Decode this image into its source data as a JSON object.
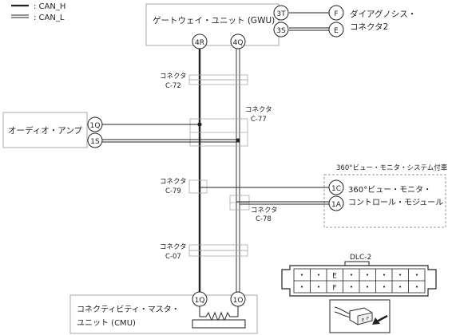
{
  "legend": {
    "can_h": ": CAN_H",
    "can_l": ": CAN_L"
  },
  "units": {
    "gwu": "ゲートウェイ・ユニット (GWU)",
    "diag_line1": "ダイアグノシス・",
    "diag_line2": "コネクタ2",
    "audio": "オーディオ・アンプ",
    "cam_note": "360°ビュー・モニタ・システム付車",
    "cam_line1": "360°ビュー・モニタ・",
    "cam_line2": "コントロール・モジュール",
    "cmu_line1": "コネクティビティ・マスタ・",
    "cmu_line2": "ユニット (CMU)"
  },
  "pins": {
    "gwu_3t": "3T",
    "gwu_3s": "3S",
    "diag_f": "F",
    "diag_e": "E",
    "gwu_4r": "4R",
    "gwu_4q": "4Q",
    "audio_1q": "1Q",
    "audio_1s": "1S",
    "cam_1c": "1C",
    "cam_1a": "1A",
    "cmu_1q": "1Q",
    "cmu_1o": "1O"
  },
  "connectors": {
    "c72_a": "コネクタ",
    "c72_b": "C-72",
    "c77_a": "コネクタ",
    "c77_b": "C-77",
    "c79_a": "コネクタ",
    "c79_b": "C-79",
    "c78_a": "コネクタ",
    "c78_b": "C-78",
    "c07_a": "コネクタ",
    "c07_b": "C-07"
  },
  "dlc": {
    "title": "DLC-2",
    "e": "E",
    "f": "F",
    "plug_e": "E",
    "plug_f": "F"
  }
}
